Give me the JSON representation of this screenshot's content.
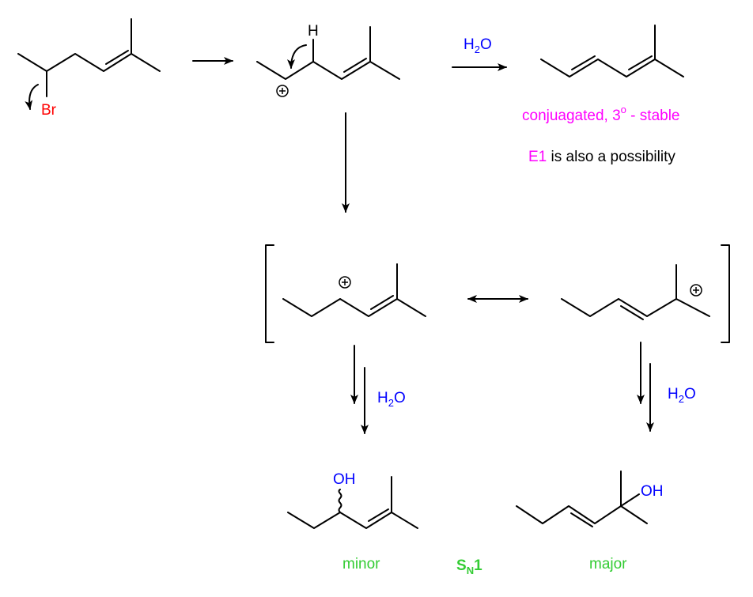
{
  "colors": {
    "bromine": "#ff0000",
    "reagent": "#0000ff",
    "note": "#ff00ff",
    "label": "#33cc33",
    "bond": "#000000"
  },
  "start": {
    "leaving_group": "Br"
  },
  "intermediate": {
    "hydrogen": "H",
    "charge": "+"
  },
  "e1": {
    "reagent_main": "H",
    "reagent_sub": "2",
    "reagent_end": "O",
    "note_prefix": "conjuagated, 3",
    "note_sup": "o",
    "note_suffix": " - stable",
    "possibility_highlight": "E1",
    "possibility_text": " is also a possibility"
  },
  "resonance": {
    "left_charge": "+",
    "right_charge": "+"
  },
  "sn1": {
    "left_reagent": {
      "main": "H",
      "sub": "2",
      "end": "O"
    },
    "right_reagent": {
      "main": "H",
      "sub": "2",
      "end": "O"
    },
    "minor_group": "OH",
    "major_group": "OH",
    "minor_label": "minor",
    "major_label": "major",
    "mechanism_main": "S",
    "mechanism_sub": "N",
    "mechanism_end": "1"
  }
}
